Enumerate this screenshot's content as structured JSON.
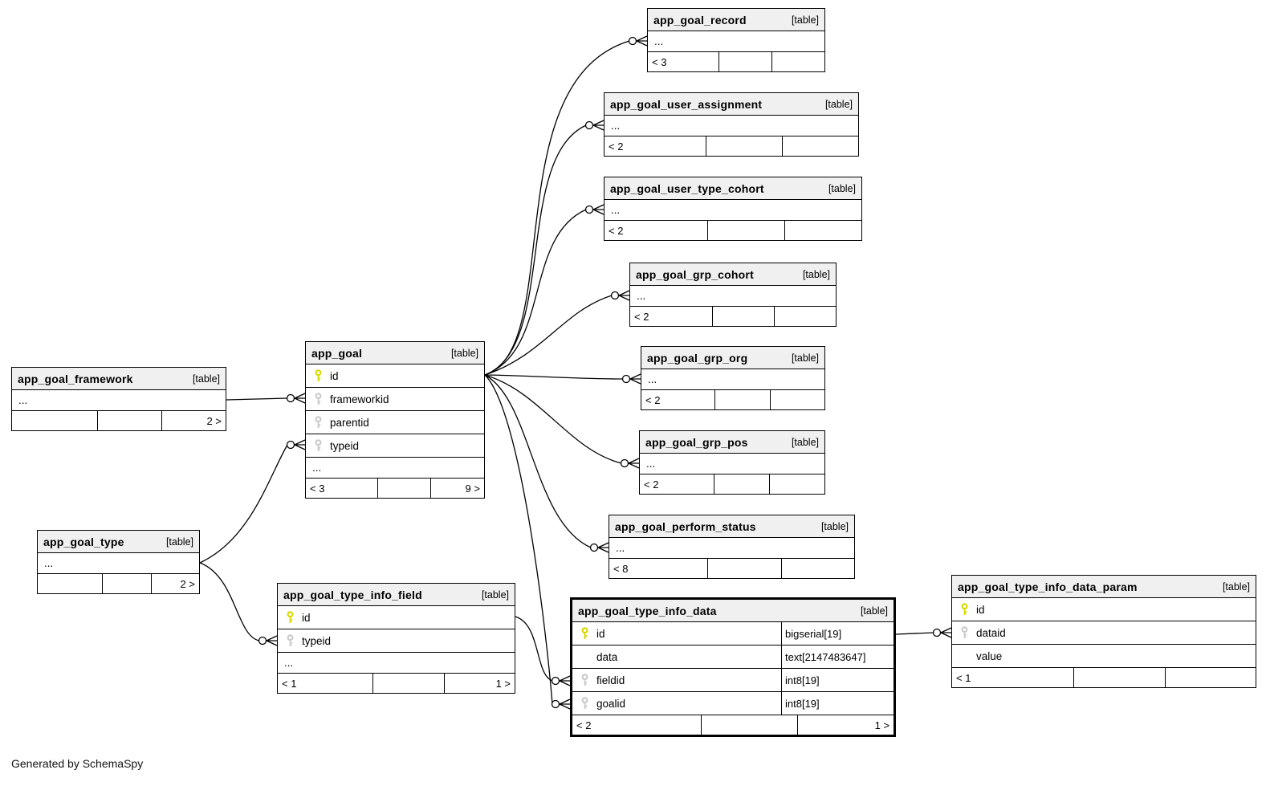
{
  "page": {
    "generated_note": "Generated by SchemaSpy"
  },
  "colors": {
    "primary_key": "#d8d800",
    "foreign_key": "#c9c9c9",
    "header_bg": "#f0f0f0",
    "line": "#000000"
  },
  "tables": [
    {
      "id": "app_goal_record",
      "title": "app_goal_record",
      "tag": "[table]",
      "emphasized": false,
      "columns": [
        {
          "name": "...",
          "key": "none",
          "type": "",
          "ellipsis": true
        }
      ],
      "footer": {
        "left": "< 3",
        "middle": "",
        "right": ""
      }
    },
    {
      "id": "app_goal_user_assignment",
      "title": "app_goal_user_assignment",
      "tag": "[table]",
      "emphasized": false,
      "columns": [
        {
          "name": "...",
          "key": "none",
          "type": "",
          "ellipsis": true
        }
      ],
      "footer": {
        "left": "< 2",
        "middle": "",
        "right": ""
      }
    },
    {
      "id": "app_goal_user_type_cohort",
      "title": "app_goal_user_type_cohort",
      "tag": "[table]",
      "emphasized": false,
      "columns": [
        {
          "name": "...",
          "key": "none",
          "type": "",
          "ellipsis": true
        }
      ],
      "footer": {
        "left": "< 2",
        "middle": "",
        "right": ""
      }
    },
    {
      "id": "app_goal_grp_cohort",
      "title": "app_goal_grp_cohort",
      "tag": "[table]",
      "emphasized": false,
      "columns": [
        {
          "name": "...",
          "key": "none",
          "type": "",
          "ellipsis": true
        }
      ],
      "footer": {
        "left": "< 2",
        "middle": "",
        "right": ""
      }
    },
    {
      "id": "app_goal_grp_org",
      "title": "app_goal_grp_org",
      "tag": "[table]",
      "emphasized": false,
      "columns": [
        {
          "name": "...",
          "key": "none",
          "type": "",
          "ellipsis": true
        }
      ],
      "footer": {
        "left": "< 2",
        "middle": "",
        "right": ""
      }
    },
    {
      "id": "app_goal_grp_pos",
      "title": "app_goal_grp_pos",
      "tag": "[table]",
      "emphasized": false,
      "columns": [
        {
          "name": "...",
          "key": "none",
          "type": "",
          "ellipsis": true
        }
      ],
      "footer": {
        "left": "< 2",
        "middle": "",
        "right": ""
      }
    },
    {
      "id": "app_goal_perform_status",
      "title": "app_goal_perform_status",
      "tag": "[table]",
      "emphasized": false,
      "columns": [
        {
          "name": "...",
          "key": "none",
          "type": "",
          "ellipsis": true
        }
      ],
      "footer": {
        "left": "< 8",
        "middle": "",
        "right": ""
      }
    },
    {
      "id": "app_goal",
      "title": "app_goal",
      "tag": "[table]",
      "emphasized": false,
      "columns": [
        {
          "name": "id",
          "key": "pk",
          "type": "",
          "ellipsis": false
        },
        {
          "name": "frameworkid",
          "key": "fk",
          "type": "",
          "ellipsis": false
        },
        {
          "name": "parentid",
          "key": "fk",
          "type": "",
          "ellipsis": false
        },
        {
          "name": "typeid",
          "key": "fk",
          "type": "",
          "ellipsis": false
        },
        {
          "name": "...",
          "key": "none",
          "type": "",
          "ellipsis": true
        }
      ],
      "footer": {
        "left": "< 3",
        "middle": "",
        "right": "9 >"
      }
    },
    {
      "id": "app_goal_framework",
      "title": "app_goal_framework",
      "tag": "[table]",
      "emphasized": false,
      "columns": [
        {
          "name": "...",
          "key": "none",
          "type": "",
          "ellipsis": true
        }
      ],
      "footer": {
        "left": "",
        "middle": "",
        "right": "2 >"
      }
    },
    {
      "id": "app_goal_type",
      "title": "app_goal_type",
      "tag": "[table]",
      "emphasized": false,
      "columns": [
        {
          "name": "...",
          "key": "none",
          "type": "",
          "ellipsis": true
        }
      ],
      "footer": {
        "left": "",
        "middle": "",
        "right": "2 >"
      }
    },
    {
      "id": "app_goal_type_info_field",
      "title": "app_goal_type_info_field",
      "tag": "[table]",
      "emphasized": false,
      "columns": [
        {
          "name": "id",
          "key": "pk",
          "type": "",
          "ellipsis": false
        },
        {
          "name": "typeid",
          "key": "fk",
          "type": "",
          "ellipsis": false
        },
        {
          "name": "...",
          "key": "none",
          "type": "",
          "ellipsis": true
        }
      ],
      "footer": {
        "left": "< 1",
        "middle": "",
        "right": "1 >"
      }
    },
    {
      "id": "app_goal_type_info_data",
      "title": "app_goal_type_info_data",
      "tag": "[table]",
      "emphasized": true,
      "columns": [
        {
          "name": "id",
          "key": "pk",
          "type": "bigserial[19]",
          "ellipsis": false
        },
        {
          "name": "data",
          "key": "none",
          "type": "text[2147483647]",
          "ellipsis": false
        },
        {
          "name": "fieldid",
          "key": "fk",
          "type": "int8[19]",
          "ellipsis": false
        },
        {
          "name": "goalid",
          "key": "fk",
          "type": "int8[19]",
          "ellipsis": false
        }
      ],
      "footer": {
        "left": "< 2",
        "middle": "",
        "right": "1 >"
      }
    },
    {
      "id": "app_goal_type_info_data_param",
      "title": "app_goal_type_info_data_param",
      "tag": "[table]",
      "emphasized": false,
      "columns": [
        {
          "name": "id",
          "key": "pk",
          "type": "",
          "ellipsis": false
        },
        {
          "name": "dataid",
          "key": "fk",
          "type": "",
          "ellipsis": false
        },
        {
          "name": "value",
          "key": "none",
          "type": "",
          "ellipsis": false
        }
      ],
      "footer": {
        "left": "< 1",
        "middle": "",
        "right": ""
      }
    }
  ],
  "relationships": [
    {
      "parent": "app_goal.id",
      "child": "app_goal_record"
    },
    {
      "parent": "app_goal.id",
      "child": "app_goal_user_assignment"
    },
    {
      "parent": "app_goal.id",
      "child": "app_goal_user_type_cohort"
    },
    {
      "parent": "app_goal.id",
      "child": "app_goal_grp_cohort"
    },
    {
      "parent": "app_goal.id",
      "child": "app_goal_grp_org"
    },
    {
      "parent": "app_goal.id",
      "child": "app_goal_grp_pos"
    },
    {
      "parent": "app_goal.id",
      "child": "app_goal_perform_status"
    },
    {
      "parent": "app_goal.id",
      "child": "app_goal_type_info_data.goalid"
    },
    {
      "parent": "app_goal_framework",
      "child": "app_goal.frameworkid"
    },
    {
      "parent": "app_goal_type",
      "child": "app_goal.typeid"
    },
    {
      "parent": "app_goal_type",
      "child": "app_goal_type_info_field.typeid"
    },
    {
      "parent": "app_goal_type_info_field.id",
      "child": "app_goal_type_info_data.fieldid"
    },
    {
      "parent": "app_goal_type_info_data.id",
      "child": "app_goal_type_info_data_param.dataid"
    }
  ]
}
